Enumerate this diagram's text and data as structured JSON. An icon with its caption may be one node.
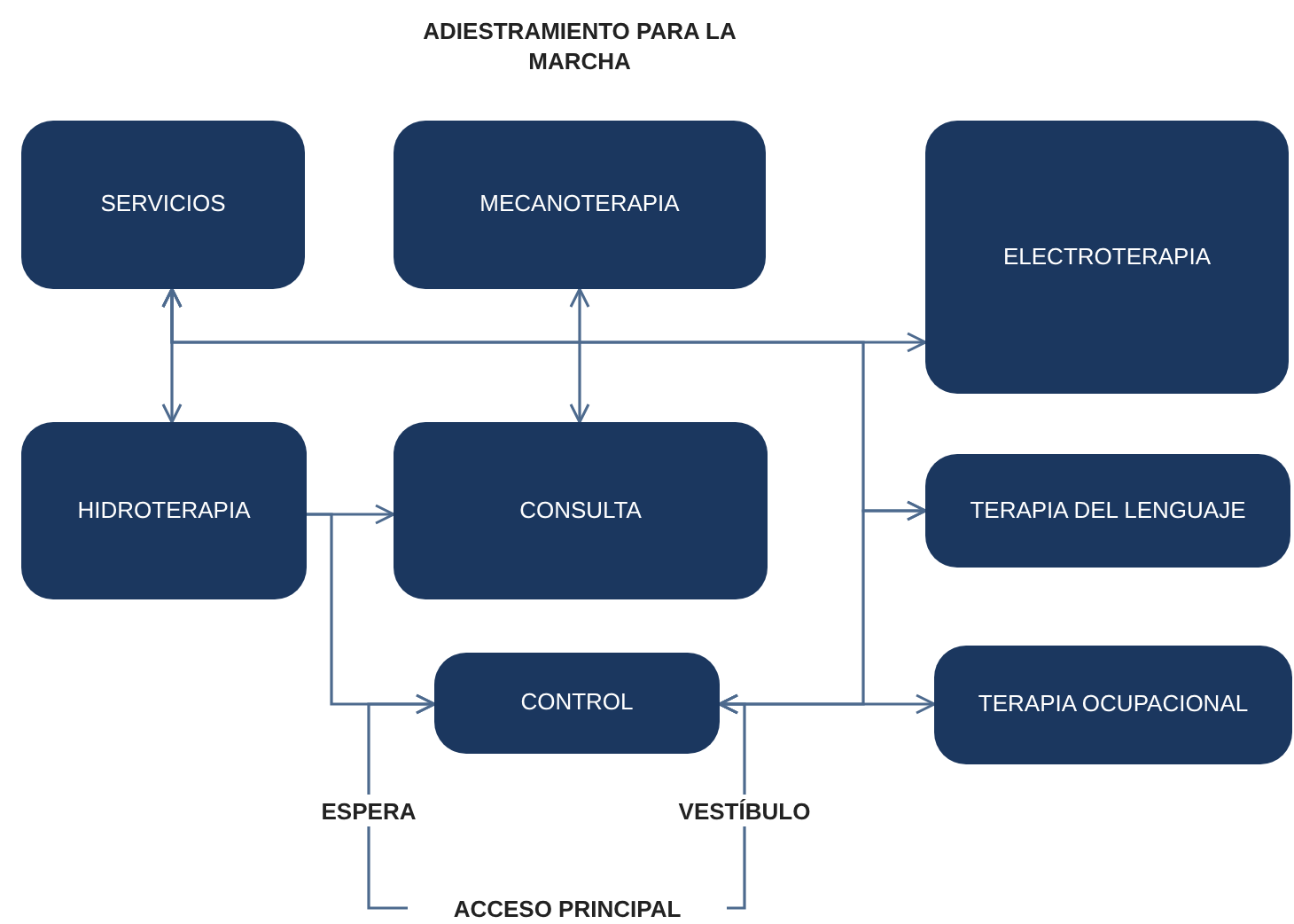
{
  "diagram": {
    "nodes": [
      {
        "text": [
          "SERVICIOS"
        ]
      },
      {
        "text": [
          "MECANOTERAPIA"
        ],
        "beside": [
          "ADIESTRAMIENTO PARA LA MARCHA"
        ]
      },
      {
        "text": [
          "ELECTROTERAPIA"
        ]
      },
      {
        "text": [
          "HIDROTERAPIA"
        ]
      },
      {
        "text": [
          "CONSULTA"
        ]
      },
      {
        "text": [
          "TERAPIA DEL LENGUAJE"
        ]
      },
      {
        "text": [
          "CONTROL"
        ]
      },
      {
        "text": [
          "TERAPIA OCUPACIONAL"
        ]
      },
      {
        "text": [
          "ESPERA"
        ]
      },
      {
        "text": [
          "VESTÍBULO"
        ]
      },
      {
        "text": [
          "ACCESO PRINCIPAL"
        ]
      }
    ],
    "edges": [
      {
        "from": 0,
        "to": 3,
        "arrow": "both"
      },
      {
        "from": 1,
        "to": 4,
        "arrow": "both"
      },
      {
        "from": 0,
        "to": 2,
        "arrow": "both"
      },
      {
        "from": 3,
        "to": 4,
        "arrow": "to"
      },
      {
        "from": 3,
        "to": 6,
        "arrow": "to"
      },
      {
        "from": 8,
        "to": 6,
        "arrow": "to"
      },
      {
        "from": 6,
        "to": 7,
        "arrow": "both"
      },
      {
        "from": 6,
        "to": 5,
        "arrow": "both"
      },
      {
        "from": 9,
        "to": 6,
        "arrow": "to"
      },
      {
        "from": 8,
        "to": 10,
        "arrow": "none"
      },
      {
        "from": 9,
        "to": 10,
        "arrow": "none"
      },
      {
        "from": 0,
        "to": 5,
        "arrow": "both"
      }
    ]
  }
}
